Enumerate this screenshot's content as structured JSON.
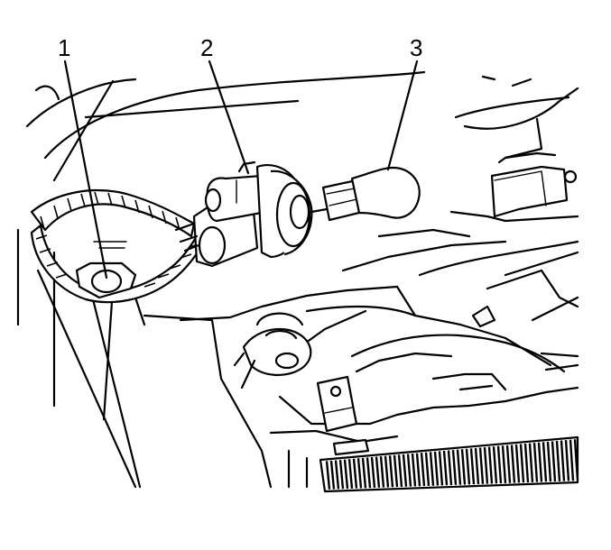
{
  "figure": {
    "callouts": [
      {
        "id": "1",
        "label": "1"
      },
      {
        "id": "2",
        "label": "2"
      },
      {
        "id": "3",
        "label": "3"
      }
    ]
  }
}
